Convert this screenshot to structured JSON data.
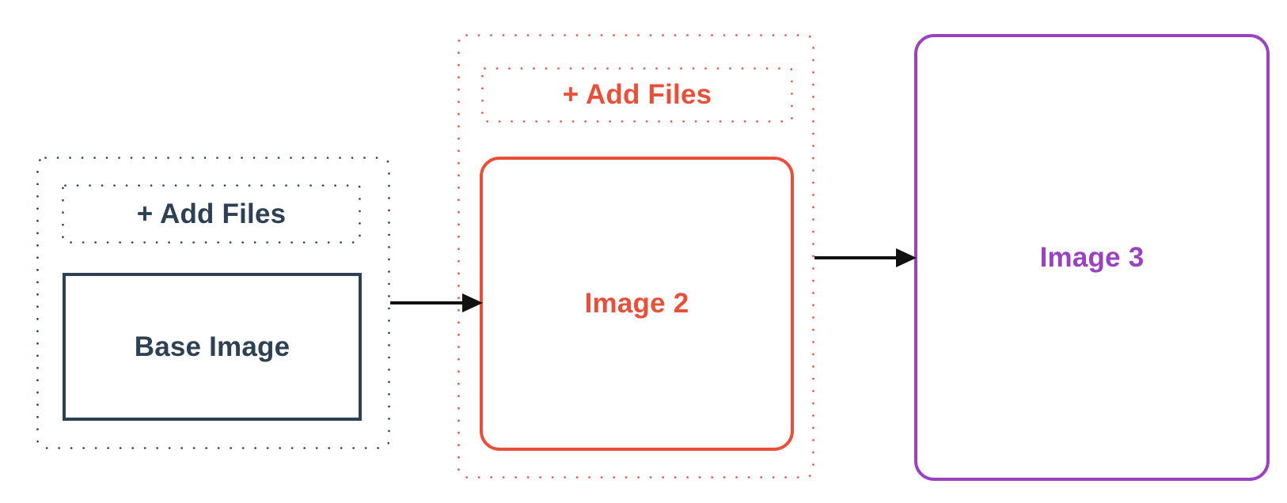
{
  "diagram": {
    "background": "#ffffff",
    "connector_color": "#111111",
    "stages": [
      {
        "accent": "#2E4053",
        "add_files_label": "+ Add Files",
        "node_label": "Base Image"
      },
      {
        "accent": "#E8503A",
        "add_files_label": "+ Add Files",
        "node_label": "Image 2"
      },
      {
        "accent": "#9B42C1",
        "node_label": "Image 3"
      }
    ]
  }
}
